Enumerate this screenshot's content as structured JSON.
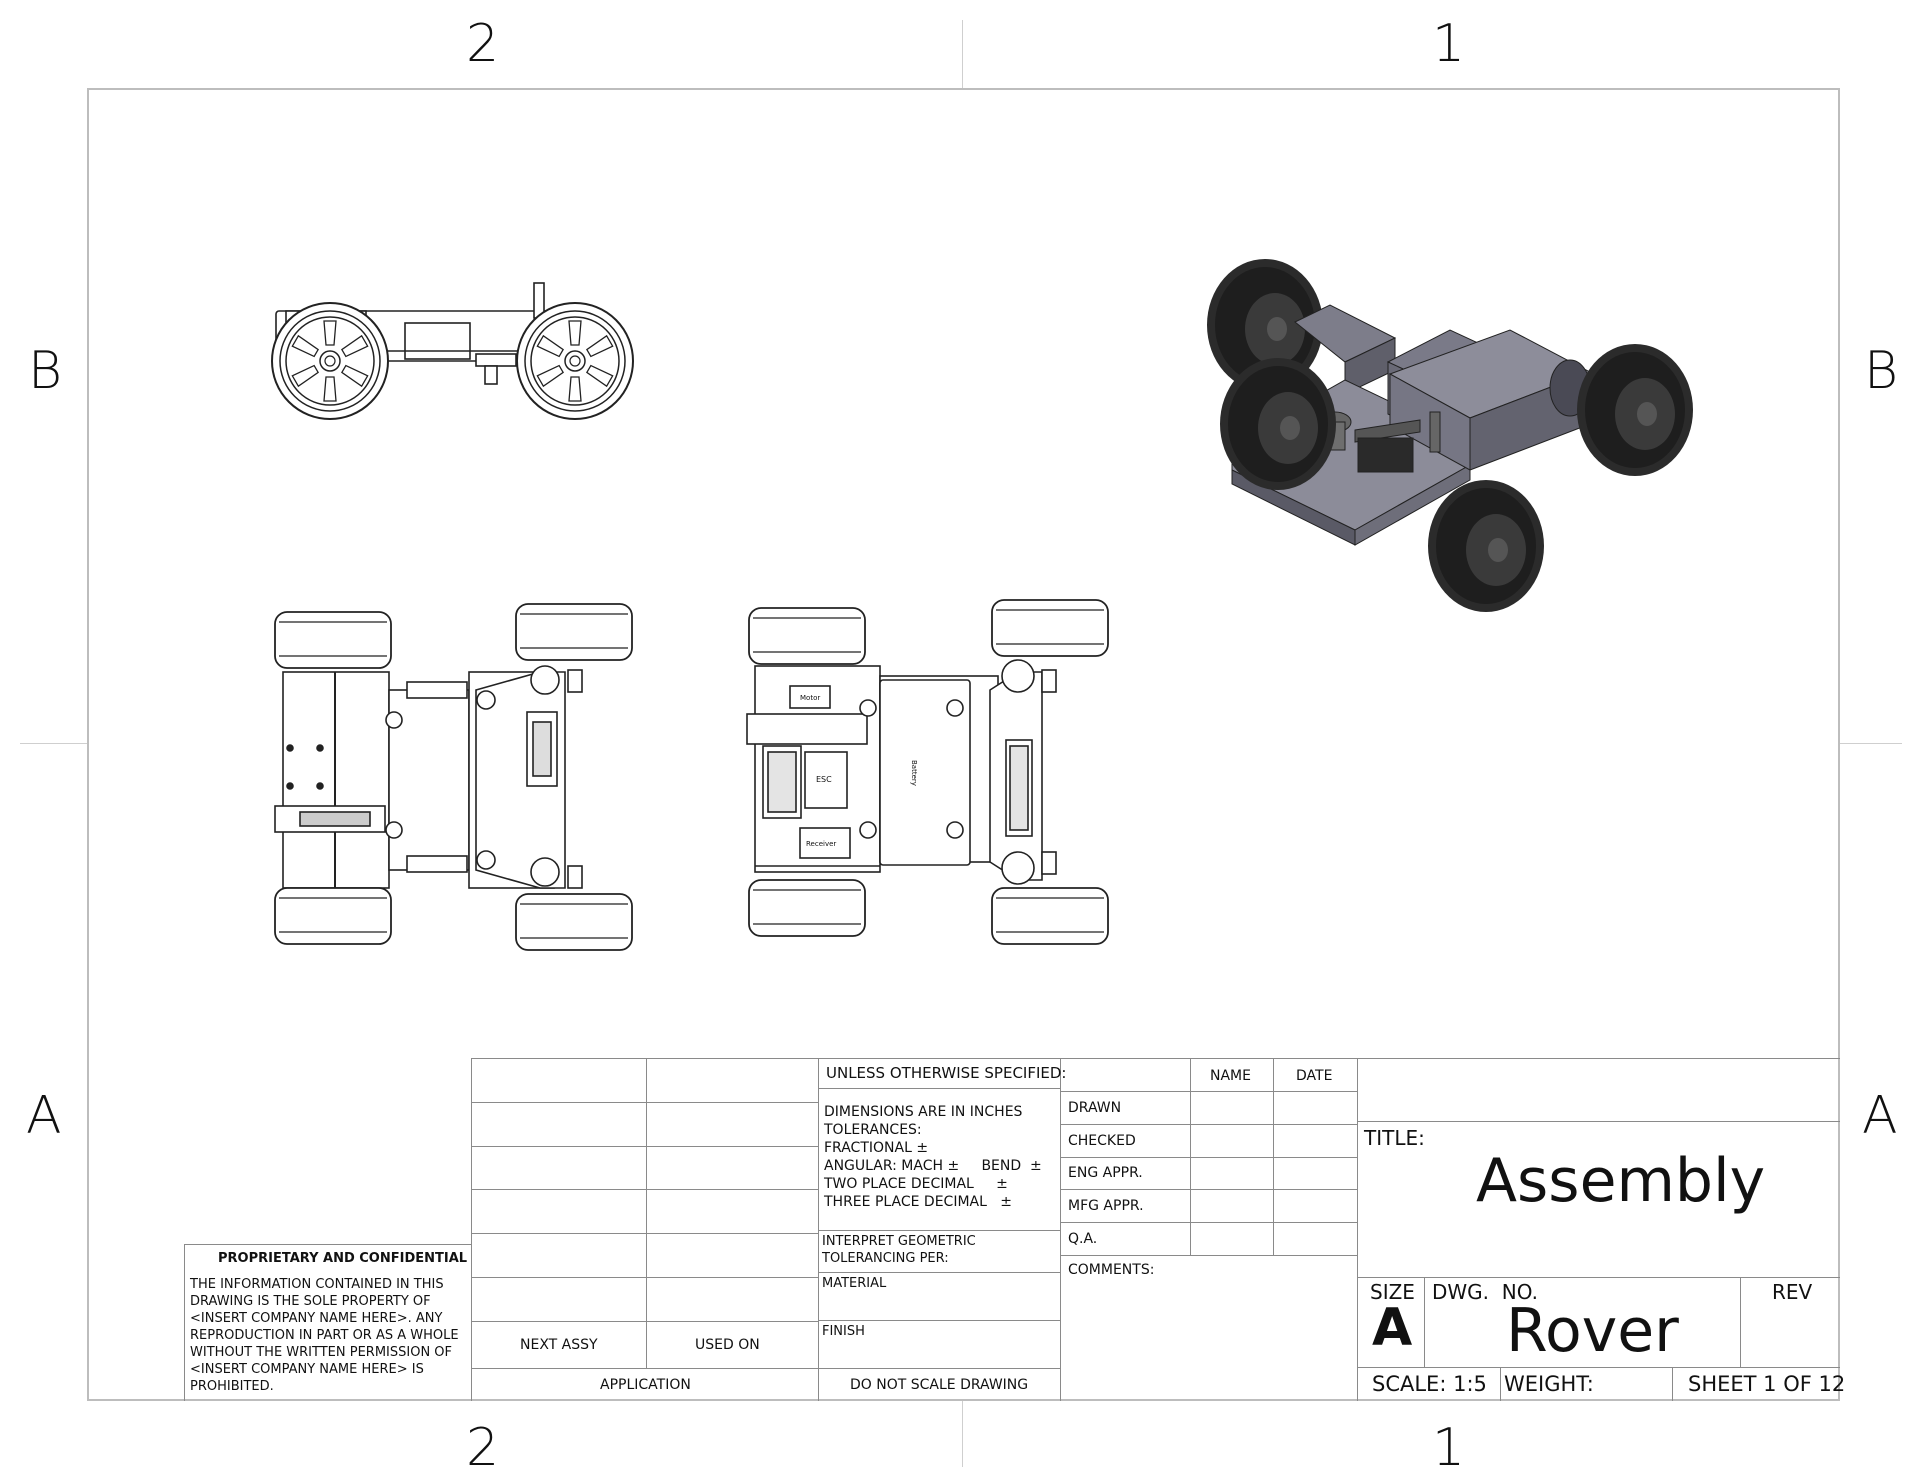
{
  "zones": {
    "top": [
      "2",
      "1"
    ],
    "bottom": [
      "2",
      "1"
    ],
    "left": [
      "B",
      "A"
    ],
    "right": [
      "B",
      "A"
    ]
  },
  "titleblock": {
    "proprietary_heading": "PROPRIETARY AND CONFIDENTIAL",
    "proprietary_lines": [
      "THE INFORMATION CONTAINED IN THIS",
      "DRAWING IS THE SOLE PROPERTY OF",
      "<INSERT COMPANY NAME HERE>.  ANY",
      "REPRODUCTION IN PART OR AS A WHOLE",
      "WITHOUT THE WRITTEN PERMISSION OF",
      "<INSERT COMPANY NAME HERE> IS",
      "PROHIBITED."
    ],
    "next_assy": "NEXT ASSY",
    "used_on": "USED ON",
    "application": "APPLICATION",
    "unless_specified": "UNLESS OTHERWISE SPECIFIED:",
    "tolerance_lines": [
      "DIMENSIONS ARE IN INCHES",
      "TOLERANCES:",
      "FRACTIONAL ±",
      "ANGULAR: MACH ±     BEND  ±",
      "TWO PLACE DECIMAL     ±",
      "THREE PLACE DECIMAL   ±"
    ],
    "interpret_lines": [
      "INTERPRET GEOMETRIC",
      "TOLERANCING PER:"
    ],
    "material": "MATERIAL",
    "finish": "FINISH",
    "do_not_scale": "DO NOT SCALE DRAWING",
    "name_header": "NAME",
    "date_header": "DATE",
    "approvals": [
      "DRAWN",
      "CHECKED",
      "ENG APPR.",
      "MFG APPR.",
      "Q.A."
    ],
    "comments": "COMMENTS:",
    "title_label": "TITLE:",
    "title": "Assembly",
    "size_label": "SIZE",
    "size": "A",
    "dwg_no_label": "DWG.  NO.",
    "dwg_no": "Rover",
    "rev_label": "REV",
    "scale": "SCALE: 1:5",
    "weight": "WEIGHT:",
    "sheet": "SHEET 1 OF 12"
  },
  "view_labels": {
    "motor": "Motor",
    "battery": "Battery",
    "esc": "ESC",
    "receiver": "Receiver"
  }
}
